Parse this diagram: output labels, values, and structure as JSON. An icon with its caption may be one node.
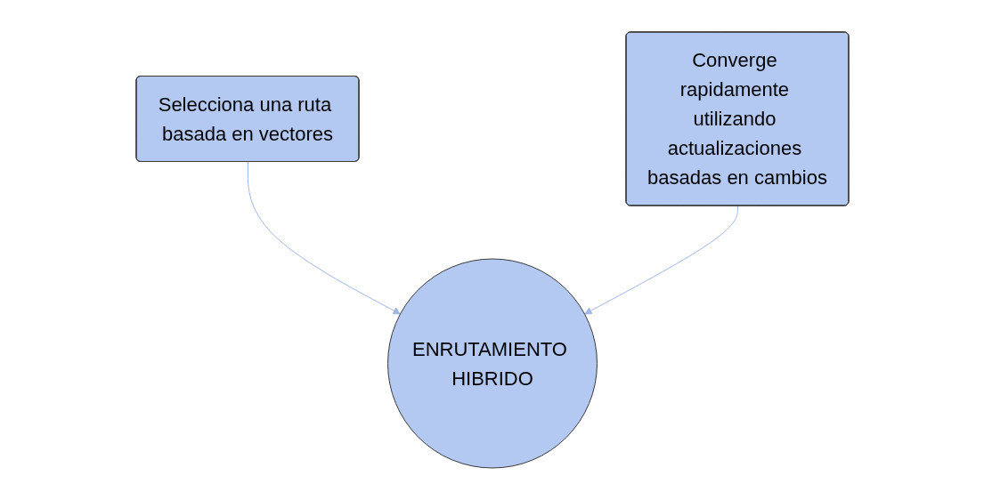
{
  "diagram": {
    "nodes": [
      {
        "text": [
          "Selecciona una ruta basada en vectores"
        ]
      },
      {
        "text": [
          "Converge rapidamente utilizando actualizaciones basadas en cambios"
        ]
      },
      {
        "text": [
          "ENRUTAMIENTO HIBRIDO"
        ]
      }
    ],
    "edges": [
      {
        "from": 0,
        "to": 2,
        "arrow": "to"
      },
      {
        "from": 1,
        "to": 2,
        "arrow": "to"
      }
    ]
  }
}
